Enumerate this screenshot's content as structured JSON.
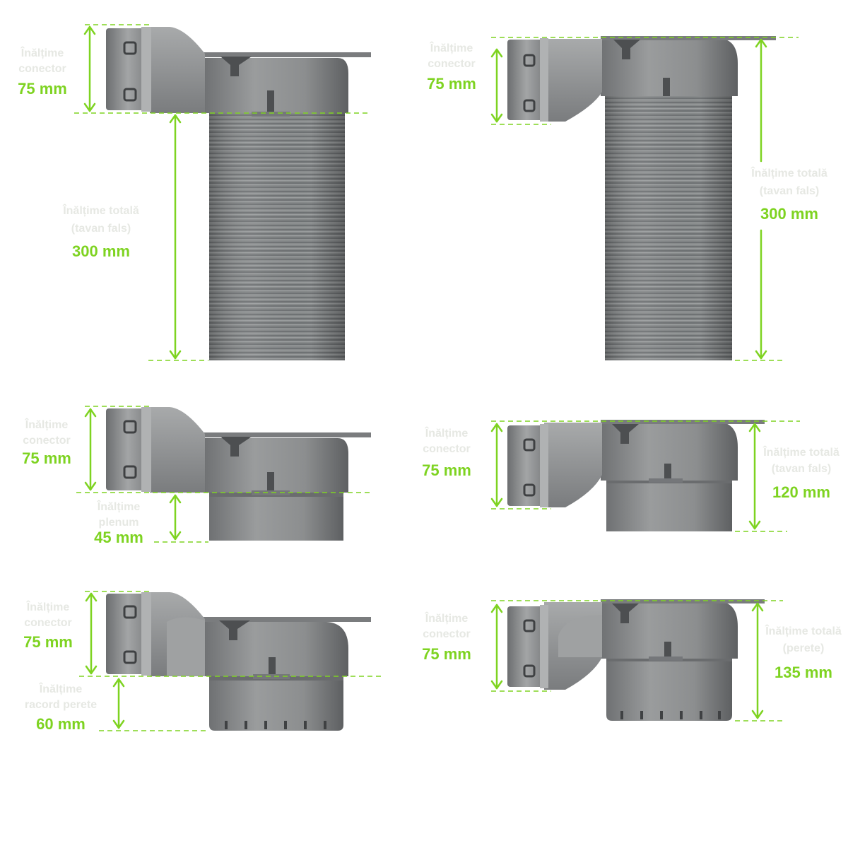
{
  "colors": {
    "accent": "#7ed321",
    "muted_label": "#e6e8e3",
    "body_grey": "#8c8e8f",
    "dark_grey": "#4d4f51"
  },
  "panels": [
    {
      "id": "a",
      "connector": {
        "title": [
          "Înălțime",
          "conector"
        ],
        "value": "75 mm"
      },
      "total": {
        "title": [
          "Înălțime totală",
          "(tavan fals)"
        ],
        "value": "300 mm"
      }
    },
    {
      "id": "b",
      "connector": {
        "title": [
          "Înălțime",
          "conector"
        ],
        "value": "75 mm"
      },
      "total": {
        "title": [
          "Înălțime totală",
          "(tavan fals)"
        ],
        "value": "300 mm"
      }
    },
    {
      "id": "c",
      "connector": {
        "title": [
          "Înălțime",
          "conector"
        ],
        "value": "75 mm"
      },
      "total": {
        "title": [
          "Înălțime",
          "plenum"
        ],
        "value": "45 mm"
      }
    },
    {
      "id": "d",
      "connector": {
        "title": [
          "Înălțime",
          "conector"
        ],
        "value": "75 mm"
      },
      "total": {
        "title": [
          "Înălțime totală",
          "(tavan fals)"
        ],
        "value": "120 mm"
      }
    },
    {
      "id": "e",
      "connector": {
        "title": [
          "Înălțime",
          "conector"
        ],
        "value": "75 mm"
      },
      "total": {
        "title": [
          "Înălțime",
          "racord perete"
        ],
        "value": "60 mm"
      }
    },
    {
      "id": "f",
      "connector": {
        "title": [
          "Înălțime",
          "conector"
        ],
        "value": "75 mm"
      },
      "total": {
        "title": [
          "Înălțime totală",
          "(perete)"
        ],
        "value": "135 mm"
      }
    }
  ]
}
